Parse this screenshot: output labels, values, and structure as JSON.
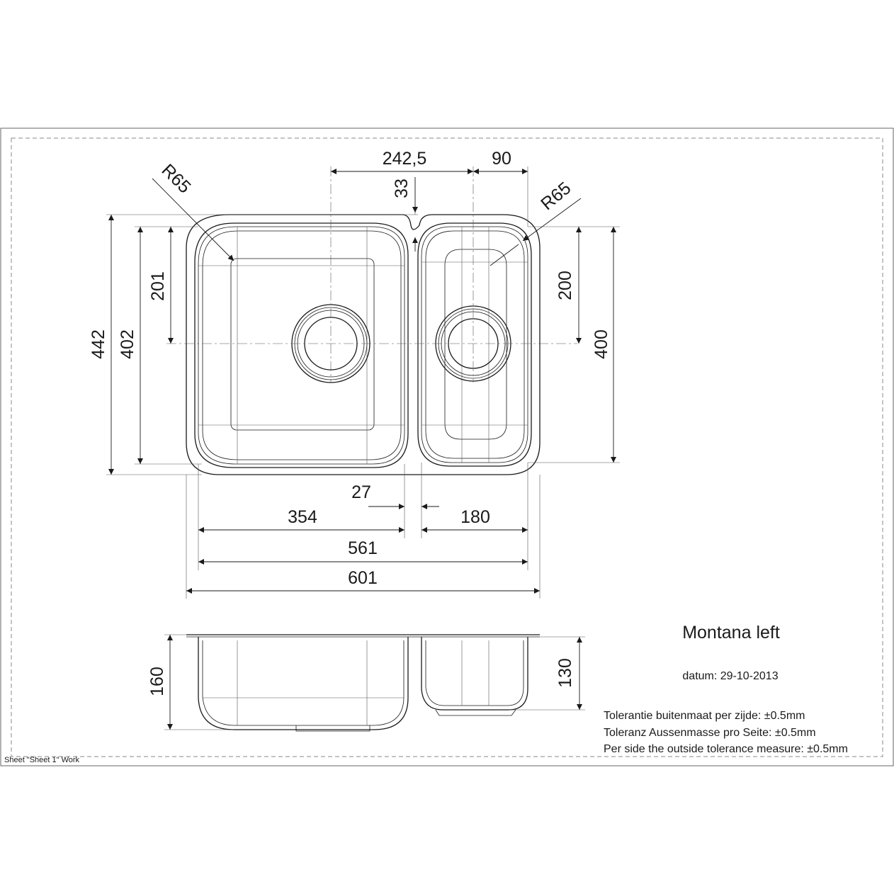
{
  "sheet": {
    "footer": "Sheet \"Sheet 1\" Work"
  },
  "title_block": {
    "title": "Montana left",
    "date": "datum: 29-10-2013",
    "tolerance_nl": "Tolerantie buitenmaat per zijde: ±0.5mm",
    "tolerance_de": "Toleranz Aussenmasse pro Seite: ±0.5mm",
    "tolerance_en": "Per side the outside tolerance measure: ±0.5mm"
  },
  "dimensions": {
    "d_242_5": "242,5",
    "d_90": "90",
    "d_33": "33",
    "r_left": "R65",
    "r_right": "R65",
    "d_442": "442",
    "d_402": "402",
    "d_201": "201",
    "d_200": "200",
    "d_400": "400",
    "d_27": "27",
    "d_354": "354",
    "d_180": "180",
    "d_561": "561",
    "d_601": "601",
    "d_160": "160",
    "d_130": "130"
  },
  "colors": {
    "line": "#1a1a1a",
    "frame_dash": "#888888"
  }
}
